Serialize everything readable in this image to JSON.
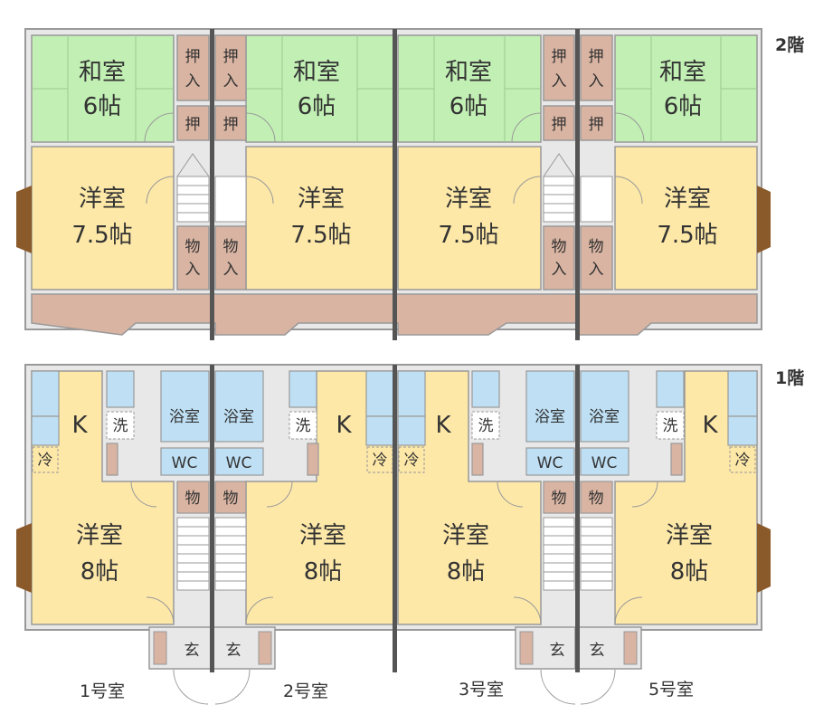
{
  "floors": {
    "second": "2階",
    "first": "1階"
  },
  "rooms": {
    "washitsu": "和室",
    "washitsu_size": "6帖",
    "yoshitsu": "洋室",
    "yoshitsu_size_2f": "7.5帖",
    "yoshitsu_size_1f": "8帖",
    "kitchen": "K",
    "bath": "浴室",
    "wc": "WC",
    "laundry": "洗",
    "fridge": "冷",
    "storage": "物",
    "storage_in_top": "物",
    "storage_in_bottom": "入",
    "closet_top": "押",
    "closet_bottom": "入",
    "closet_single": "押",
    "entrance": "玄"
  },
  "units": [
    "1号室",
    "2号室",
    "3号室",
    "5号室"
  ],
  "colors": {
    "tatami": "#c2f0b4",
    "western": "#fde8a8",
    "wet": "#bfe0f4",
    "storage": "#d9b4a2",
    "wall": "#999999",
    "party_wall": "#555555",
    "window": "#8b5a2b"
  }
}
